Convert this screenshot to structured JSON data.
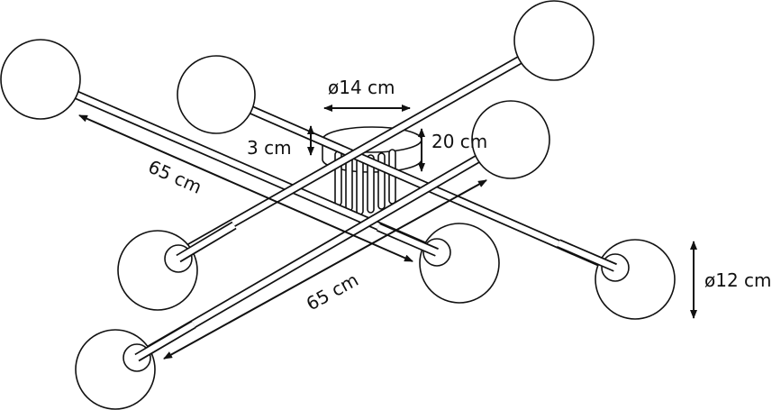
{
  "dimensions": {
    "canopy_diameter": "ø14 cm",
    "canopy_height": "3 cm",
    "total_height": "20 cm",
    "arm_length_1": "65 cm",
    "arm_length_2": "65 cm",
    "globe_diameter": "ø12 cm"
  },
  "colors": {
    "line": "#111111",
    "background": "#ffffff"
  }
}
